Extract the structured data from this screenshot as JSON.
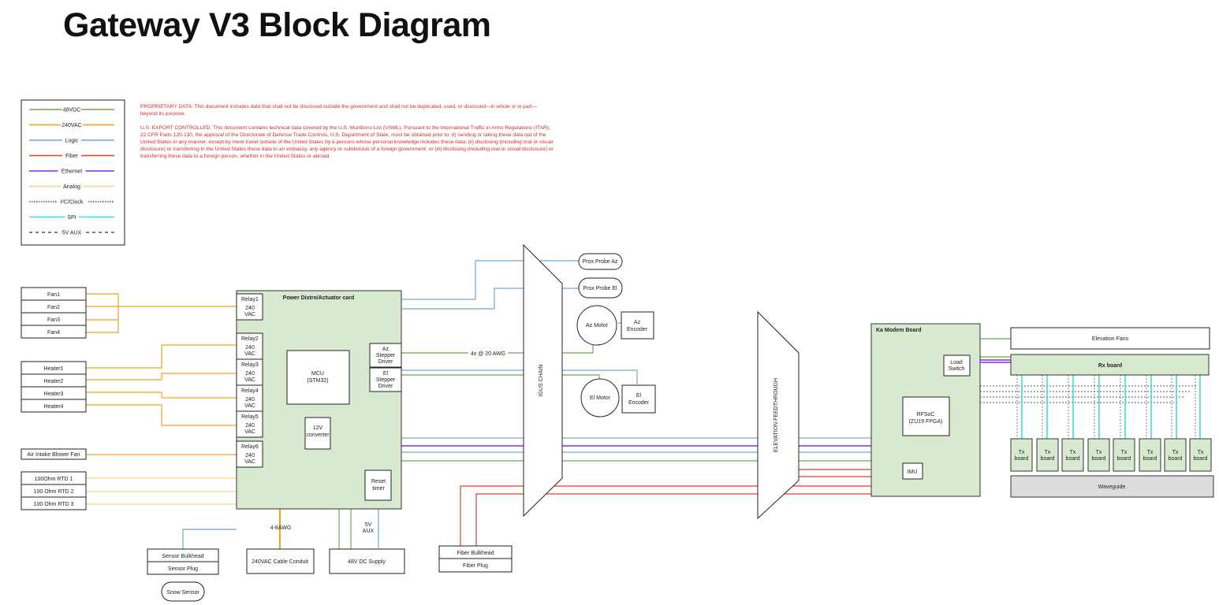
{
  "title": "Gateway V3 Block Diagram",
  "legend": [
    {
      "label": "48VDC",
      "color": "#6aa84f",
      "style": "solid"
    },
    {
      "label": "240VAC",
      "color": "#f0a020",
      "style": "solid"
    },
    {
      "label": "Logic",
      "color": "#6fa8dc",
      "style": "solid"
    },
    {
      "label": "Fiber",
      "color": "#e04020",
      "style": "solid"
    },
    {
      "label": "Ethernet",
      "color": "#8a2be2",
      "style": "solid"
    },
    {
      "label": "Analog",
      "color": "#f5d580",
      "style": "solid"
    },
    {
      "label": "I²C/Clock",
      "color": "#555555",
      "style": "dotted"
    },
    {
      "label": "SPI",
      "color": "#40e0d0",
      "style": "solid"
    },
    {
      "label": "5V AUX",
      "color": "#555555",
      "style": "dashed"
    }
  ],
  "notice": {
    "proprietary": [
      "PROPRIETARY DATA: This document includes data that shall not be disclosed outside the government and shall not be duplicated, used, or disclosed—in whole or in part—",
      "beyond its purpose."
    ],
    "export": [
      "U.S. EXPORT CONTROLLED. This document contains technical data covered by the U.S. Munitions List (USML). Pursuant to the International Traffic in Arms Regulations (ITAR),",
      "22 CFR Parts 120-130, the approval of the Directorate of Defense Trade Controls, U.S. Department of State, must be obtained prior to: (i) sending or taking these data out of the",
      "United States in any manner, except by mere travel outside of the United States by a persons whose personal knowledge includes these data; (ii) disclosing (including oral or visual",
      "disclosure) or transferring in the United States these data to an embassy, any agency or subdivision of a foreign government, or (iii) disclosing (including oral or visual disclosure) or",
      "transferring these data to a foreign person, whether in the United States or abroad."
    ]
  },
  "fans": [
    "Fan1",
    "Fan2",
    "Fan3",
    "Fan4"
  ],
  "heaters": [
    "Heater1",
    "Heater2",
    "Heater3",
    "Heater4"
  ],
  "blower": "Air Intake Blower Fan",
  "rtds": [
    "100Ohm RTD 1",
    "100 Ohm RTD 2",
    "100 Ohm RTD 3"
  ],
  "power_card": {
    "title": "Power Distro/Actuator card",
    "relays": [
      "Relay1",
      "Relay2",
      "Relay3",
      "Relay4",
      "Relay5",
      "Relay6"
    ],
    "relay_voltage": [
      "240",
      "VAC"
    ],
    "mcu": [
      "MCU",
      "(STM32)"
    ],
    "az_stepper": [
      "Az",
      "Stepper",
      "Driver"
    ],
    "el_stepper": [
      "El",
      "Stepper",
      "Driver"
    ],
    "converter": [
      "12V",
      "converter"
    ],
    "reset_timer": [
      "Reset",
      "timer"
    ]
  },
  "bottom_left": {
    "sensor_bulkhead": "Sensor Bulkhead",
    "sensor_plug": "Sensor Plug",
    "snow_sensor": "Snow Sensor",
    "ac_conduit": "240VAC Cable Conduit",
    "ac_conduit_wire": "4-8AWG",
    "dc_supply": "48V DC Supply",
    "aux_label": [
      "5V",
      "AUX"
    ],
    "fiber_bulkhead": "Fiber Bulkhead",
    "fiber_plug": "Fiber Plug"
  },
  "motors": {
    "prox_az": "Prox Probe Az",
    "prox_el": "Prox Probe El",
    "az_motor": "Az Motor",
    "az_encoder": [
      "Az",
      "Encoder"
    ],
    "el_motor": "El Motor",
    "el_encoder": [
      "El",
      "Encoder"
    ],
    "stepper_wire": "4x @ 20 AWG"
  },
  "igus_chain": "IGUS CHAIN",
  "feedthrough": "ELEVATION FEEDTHROUGH",
  "modem": {
    "title": "Ka Modem Board",
    "load_switch": [
      "Load",
      "Switch"
    ],
    "rfsoc": [
      "RFSoC",
      "(ZU19 FPGA)"
    ],
    "imu": "IMU"
  },
  "elevation_fans": "Elevation Fans",
  "rx_board": "Rx board",
  "tx_boards": [
    "Tx",
    "board"
  ],
  "waveguide": "Waveguide"
}
